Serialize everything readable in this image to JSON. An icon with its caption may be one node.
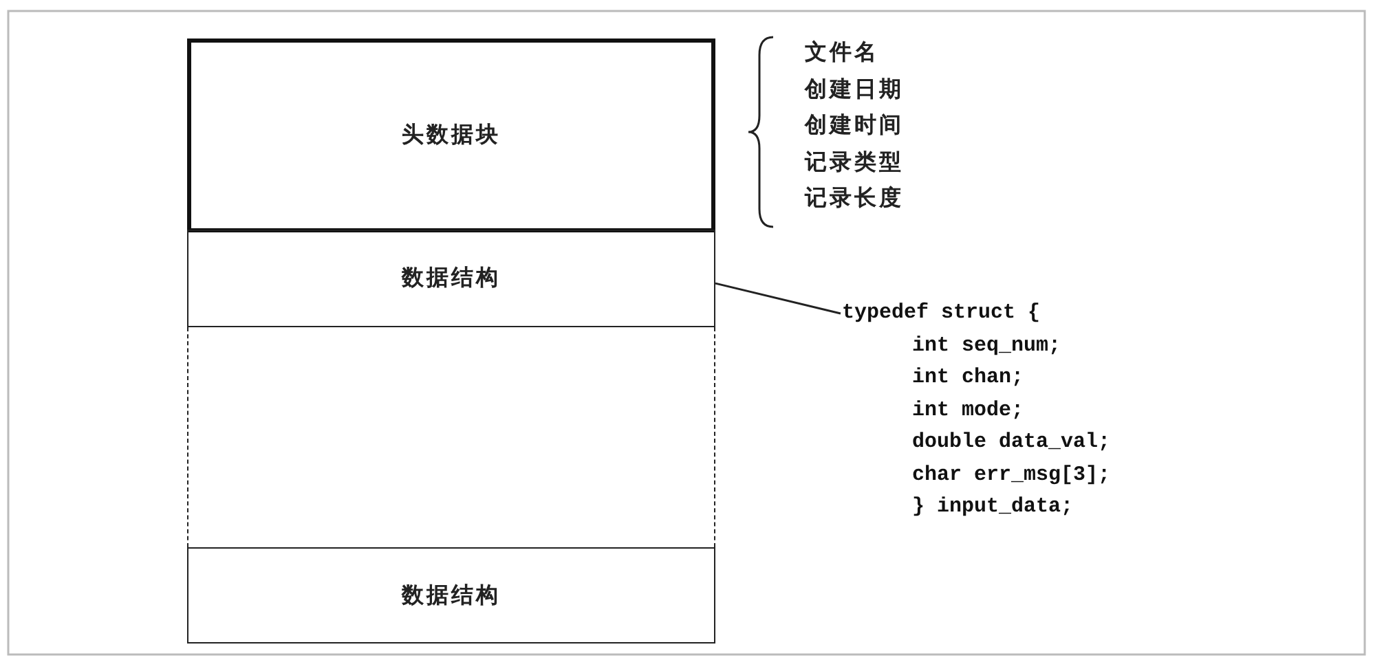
{
  "diagram": {
    "nodes": [
      {
        "text": [
          "头数据块"
        ]
      },
      {
        "text": [
          "数据结构"
        ]
      },
      {
        "text": [],
        "shape": "box"
      },
      {
        "text": [
          "数据结构"
        ]
      },
      {
        "text": [
          "typedef struct {",
          "int seq_num;",
          "int chan;",
          "int mode;",
          "double data_val;",
          "char err_msg[3];",
          "} input_data;"
        ]
      }
    ],
    "edges": [
      {
        "from": 1,
        "to": 4,
        "arrow": "none"
      }
    ],
    "labels": [
      "文件名",
      "创建日期",
      "创建时间",
      "记录类型",
      "记录长度"
    ]
  }
}
